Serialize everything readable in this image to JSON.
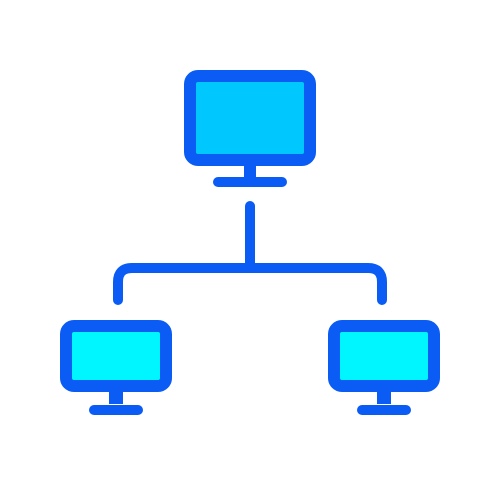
{
  "icon": {
    "name": "network-computers-icon",
    "colors": {
      "outline": "#0a5cf5",
      "screen_top": "#00c8ff",
      "screen_bottom": "#00f6ff",
      "background": "#ffffff"
    },
    "parts": [
      "top-monitor",
      "connector-tree",
      "left-monitor",
      "right-monitor"
    ]
  }
}
